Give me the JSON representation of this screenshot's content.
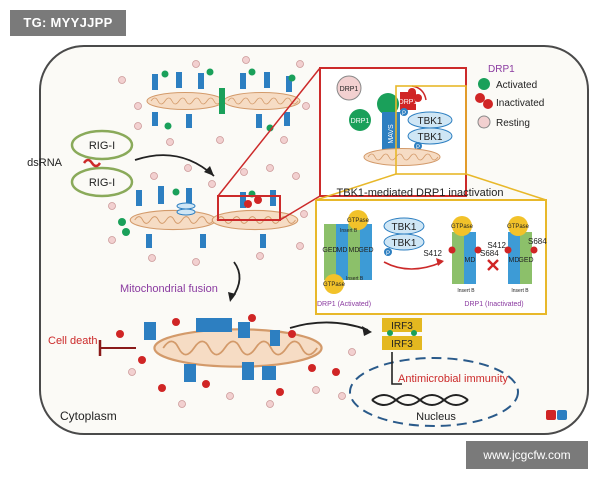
{
  "tag_label": "TG: MYYJJPP",
  "watermark": "www.jcgcfw.com",
  "labels": {
    "rigi_1": "RIG-I",
    "rigi_2": "RIG-I",
    "dsrna": "dsRNA",
    "mito_fusion": "Mitochondrial fusion",
    "cell_death": "Cell death",
    "cytoplasm": "Cytoplasm",
    "nucleus": "Nucleus",
    "antimicrobial": "Antimicrobial immunity",
    "irf3_a": "IRF3",
    "irf3_b": "IRF3",
    "tbk1_title": "TBK1-mediated DRP1 inactivation",
    "drp1_act_caption": "DRP1 (Activated)",
    "drp1_inact_caption": "DRP1 (Inactivated)",
    "gtpase_1": "GTPase",
    "gtpase_2": "GTPase",
    "gtpase_3": "GTPase",
    "gtpase_4": "GTPase",
    "insertb_1": "Insert B",
    "insertb_2": "Insert B",
    "insertb_3": "Insert B",
    "insertb_4": "Insert B",
    "ged_1": "GED",
    "ged_2": "GED",
    "ged_3": "GED",
    "md_1": "MD",
    "md_2": "MD",
    "md_3": "MD",
    "md_4": "MD",
    "s412_1": "S412",
    "s412_2": "S412",
    "s684_1": "S684",
    "s684_2": "S684",
    "tbk1_a": "TBK1",
    "tbk1_b": "TBK1",
    "tbk1_c": "TBK1",
    "tbk1_d": "TBK1",
    "mavs": "MAVS",
    "drp1_bubble": "DRP1",
    "drp1_green": "DRP1",
    "drp1_red": "DRP1",
    "p_1": "P",
    "p_2": "P",
    "p_3": "P"
  },
  "legend": {
    "title": "DRP1",
    "activated": "Activated",
    "inactivated": "Inactivated",
    "resting": "Resting"
  },
  "colors": {
    "cell_border": "#4a4a4a",
    "cell_fill": "#fbfaf6",
    "mito_fill": "#f6dcc4",
    "mito_stroke": "#d39a6a",
    "activated": "#1aa05a",
    "inactivated": "#d02525",
    "resting": "#f2d0d0",
    "mavs": "#2d7fc1",
    "tbk1": "#cfe6f5",
    "zoom_red": "#cc2a2a",
    "zoom_yellow": "#e8b82a",
    "purple_text": "#8a3aa0",
    "gtpase": "#f2c22a",
    "ged": "#8cc06a",
    "md": "#3d9bd6",
    "irf3": "#e4b820"
  }
}
